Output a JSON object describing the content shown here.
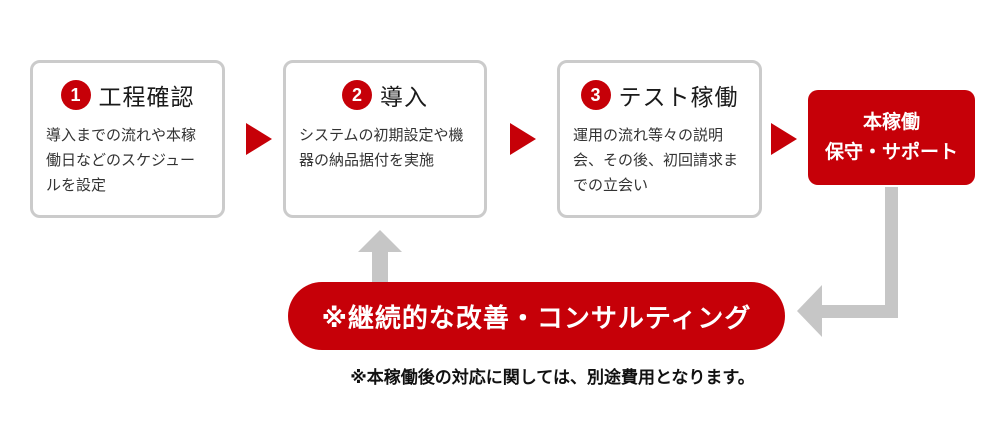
{
  "colors": {
    "red": "#c60008",
    "arrow_gray": "#c6c6c6",
    "box_border": "#cbcbcb",
    "title_text": "#1a1a1a",
    "body_text": "#333333"
  },
  "steps": [
    {
      "number": "1",
      "title": "工程確認",
      "body": "導入までの流れや本稼働日などのスケジュールを設定"
    },
    {
      "number": "2",
      "title": "導入",
      "body": "システムの初期設定や機器の納品据付を実施"
    },
    {
      "number": "3",
      "title": "テスト稼働",
      "body": "運用の流れ等々の説明会、その後、初回請求までの立会い"
    }
  ],
  "final_box": {
    "line1": "本稼働",
    "line2": "保守・サポート"
  },
  "loop_pill": {
    "label": "※継続的な改善・コンサルティング"
  },
  "note": {
    "text": "※本稼働後の対応に関しては、別途費用となります。"
  }
}
